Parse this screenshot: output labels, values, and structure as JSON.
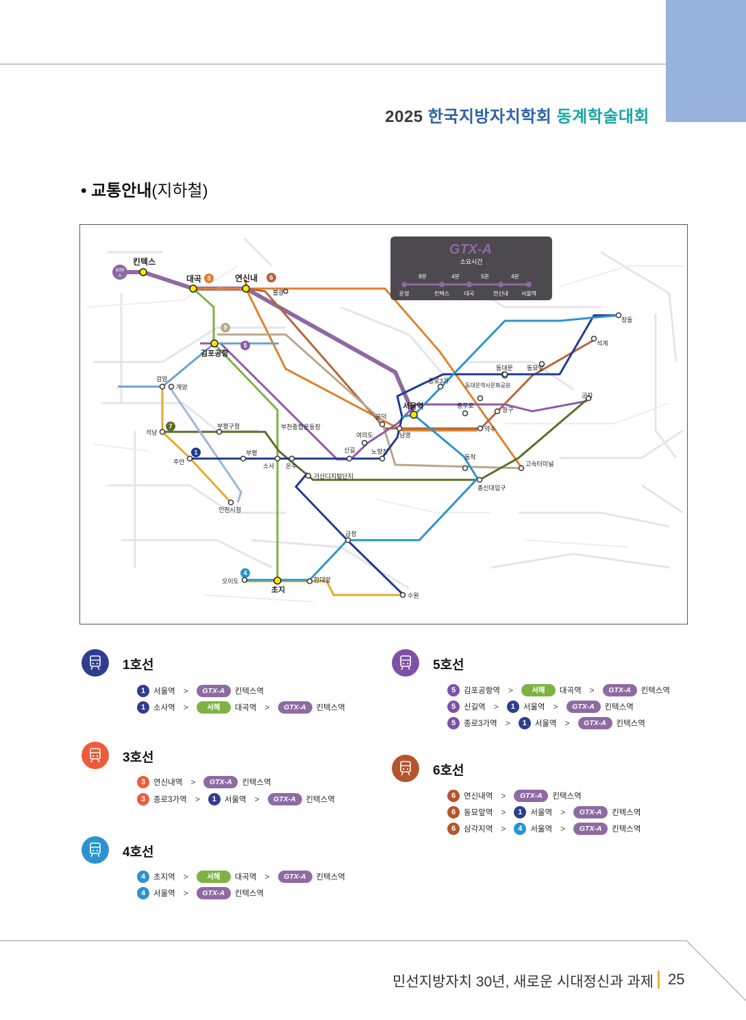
{
  "header": {
    "year": "2025",
    "org": "한국지방자치학회",
    "conference": "동계학술대회"
  },
  "section": {
    "bullet": "•",
    "title": "교통안내",
    "subtitle": "(지하철)"
  },
  "map": {
    "legend": {
      "title": "GTX-A",
      "subtitle": "소요시간",
      "stations": [
        "운정",
        "킨텍스",
        "대곡",
        "연신내",
        "서울역"
      ],
      "times": [
        "8분",
        "4분",
        "5분",
        "4분"
      ]
    },
    "stations": [
      "킨텍스",
      "대곡",
      "연신내",
      "불광",
      "김포공항",
      "검암",
      "계양",
      "석남",
      "부평구청",
      "주안",
      "부평",
      "인천시청",
      "부천종합운동장",
      "소사",
      "온수",
      "가산디지털단지",
      "신길",
      "여의도",
      "공덕",
      "노량진",
      "서울역",
      "종로3가",
      "동대문역사문화공원",
      "동대문",
      "동묘앞",
      "석계",
      "창동",
      "충무로",
      "청구",
      "약수",
      "남영",
      "군자",
      "동작",
      "고속터미널",
      "총신대입구",
      "금정",
      "한대앞",
      "오이도",
      "초지",
      "수원"
    ],
    "line_badges": [
      "3",
      "6",
      "9",
      "5",
      "7",
      "1",
      "4"
    ],
    "colors": {
      "line1": "#1f3b8f",
      "line3": "#e0812a",
      "line4": "#2b93cf",
      "line5": "#8e5aa8",
      "line6": "#b5653a",
      "line7": "#5d6b2a",
      "line9": "#b8a888",
      "gtx": "#8e6aa2",
      "seohae": "#7cb342",
      "suin": "#e3aa2f"
    }
  },
  "lines": [
    {
      "name": "1호선",
      "color": "#2f3d8f",
      "routes": [
        {
          "badge": "1",
          "from": "서울역",
          "steps": [
            {
              "pill": "GTX-A",
              "type": "gtx",
              "station": "킨텍스역"
            }
          ]
        },
        {
          "badge": "1",
          "from": "소사역",
          "steps": [
            {
              "pill": "서해",
              "type": "seohae",
              "station": "대곡역"
            },
            {
              "pill": "GTX-A",
              "type": "gtx",
              "station": "킨텍스역"
            }
          ]
        }
      ]
    },
    {
      "name": "3호선",
      "color": "#ef5b3a",
      "routes": [
        {
          "badge": "3",
          "from": "연신내역",
          "steps": [
            {
              "pill": "GTX-A",
              "type": "gtx",
              "station": "킨텍스역"
            }
          ]
        },
        {
          "badge": "3",
          "from": "종로3가역",
          "steps": [
            {
              "badge": "1",
              "badge_color": "#2f3d8f",
              "station": "서울역"
            },
            {
              "pill": "GTX-A",
              "type": "gtx",
              "station": "킨텍스역"
            }
          ]
        }
      ]
    },
    {
      "name": "4호선",
      "color": "#2b93cf",
      "routes": [
        {
          "badge": "4",
          "from": "초지역",
          "steps": [
            {
              "pill": "서해",
              "type": "seohae",
              "station": "대곡역"
            },
            {
              "pill": "GTX-A",
              "type": "gtx",
              "station": "킨텍스역"
            }
          ]
        },
        {
          "badge": "4",
          "from": "서울역",
          "steps": [
            {
              "pill": "GTX-A",
              "type": "gtx",
              "station": "킨텍스역"
            }
          ]
        }
      ]
    },
    {
      "name": "5호선",
      "color": "#7d52a6",
      "routes": [
        {
          "badge": "5",
          "from": "김포공항역",
          "steps": [
            {
              "pill": "서해",
              "type": "seohae",
              "station": "대곡역"
            },
            {
              "pill": "GTX-A",
              "type": "gtx",
              "station": "킨텍스역"
            }
          ]
        },
        {
          "badge": "5",
          "from": "신길역",
          "steps": [
            {
              "badge": "1",
              "badge_color": "#2f3d8f",
              "station": "서울역"
            },
            {
              "pill": "GTX-A",
              "type": "gtx",
              "station": "킨텍스역"
            }
          ]
        },
        {
          "badge": "5",
          "from": "종로3가역",
          "steps": [
            {
              "badge": "1",
              "badge_color": "#2f3d8f",
              "station": "서울역"
            },
            {
              "pill": "GTX-A",
              "type": "gtx",
              "station": "킨텍스역"
            }
          ]
        }
      ]
    },
    {
      "name": "6호선",
      "color": "#b5552e",
      "routes": [
        {
          "badge": "6",
          "from": "연신내역",
          "steps": [
            {
              "pill": "GTX-A",
              "type": "gtx",
              "station": "킨텍스역"
            }
          ]
        },
        {
          "badge": "6",
          "from": "동묘앞역",
          "steps": [
            {
              "badge": "1",
              "badge_color": "#2f3d8f",
              "station": "서울역"
            },
            {
              "pill": "GTX-A",
              "type": "gtx",
              "station": "킨텍스역"
            }
          ]
        },
        {
          "badge": "6",
          "from": "삼각지역",
          "steps": [
            {
              "badge": "4",
              "badge_color": "#2b93cf",
              "station": "서울역"
            },
            {
              "pill": "GTX-A",
              "type": "gtx",
              "station": "킨텍스역"
            }
          ]
        }
      ]
    }
  ],
  "footer": {
    "text": "민선지방자치 30년, 새로운 시대정신과 과제",
    "page": "25"
  }
}
